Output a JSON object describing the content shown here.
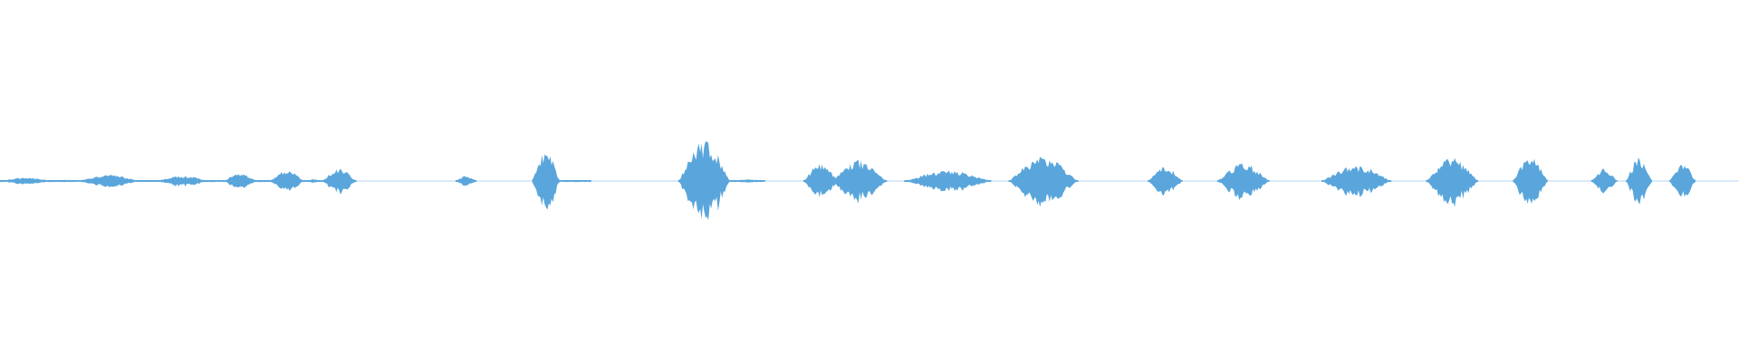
{
  "waveform": {
    "color": "#5aa6dc",
    "baseline_amplitude": 0.004,
    "segments": [
      {
        "start": 0.0,
        "end": 0.03,
        "amp": 0.02
      },
      {
        "start": 0.03,
        "end": 0.045,
        "amp": 0.006
      },
      {
        "start": 0.045,
        "end": 0.08,
        "amp": 0.035
      },
      {
        "start": 0.08,
        "end": 0.09,
        "amp": 0.006
      },
      {
        "start": 0.09,
        "end": 0.12,
        "amp": 0.03
      },
      {
        "start": 0.12,
        "end": 0.128,
        "amp": 0.006
      },
      {
        "start": 0.128,
        "end": 0.148,
        "amp": 0.04
      },
      {
        "start": 0.148,
        "end": 0.155,
        "amp": 0.006
      },
      {
        "start": 0.155,
        "end": 0.175,
        "amp": 0.06
      },
      {
        "start": 0.175,
        "end": 0.185,
        "amp": 0.01
      },
      {
        "start": 0.185,
        "end": 0.205,
        "amp": 0.07
      },
      {
        "start": 0.205,
        "end": 0.24,
        "amp": 0.0
      },
      {
        "start": 0.262,
        "end": 0.274,
        "amp": 0.03
      },
      {
        "start": 0.306,
        "end": 0.322,
        "amp": 0.18
      },
      {
        "start": 0.322,
        "end": 0.34,
        "amp": 0.006
      },
      {
        "start": 0.39,
        "end": 0.42,
        "amp": 0.23
      },
      {
        "start": 0.42,
        "end": 0.44,
        "amp": 0.01
      },
      {
        "start": 0.462,
        "end": 0.482,
        "amp": 0.1
      },
      {
        "start": 0.478,
        "end": 0.51,
        "amp": 0.12
      },
      {
        "start": 0.52,
        "end": 0.57,
        "amp": 0.06
      },
      {
        "start": 0.58,
        "end": 0.62,
        "amp": 0.14
      },
      {
        "start": 0.66,
        "end": 0.68,
        "amp": 0.08
      },
      {
        "start": 0.7,
        "end": 0.73,
        "amp": 0.1
      },
      {
        "start": 0.76,
        "end": 0.8,
        "amp": 0.09
      },
      {
        "start": 0.82,
        "end": 0.85,
        "amp": 0.13
      },
      {
        "start": 0.87,
        "end": 0.89,
        "amp": 0.14
      },
      {
        "start": 0.915,
        "end": 0.93,
        "amp": 0.07
      },
      {
        "start": 0.935,
        "end": 0.95,
        "amp": 0.13
      },
      {
        "start": 0.96,
        "end": 0.975,
        "amp": 0.1
      }
    ]
  }
}
